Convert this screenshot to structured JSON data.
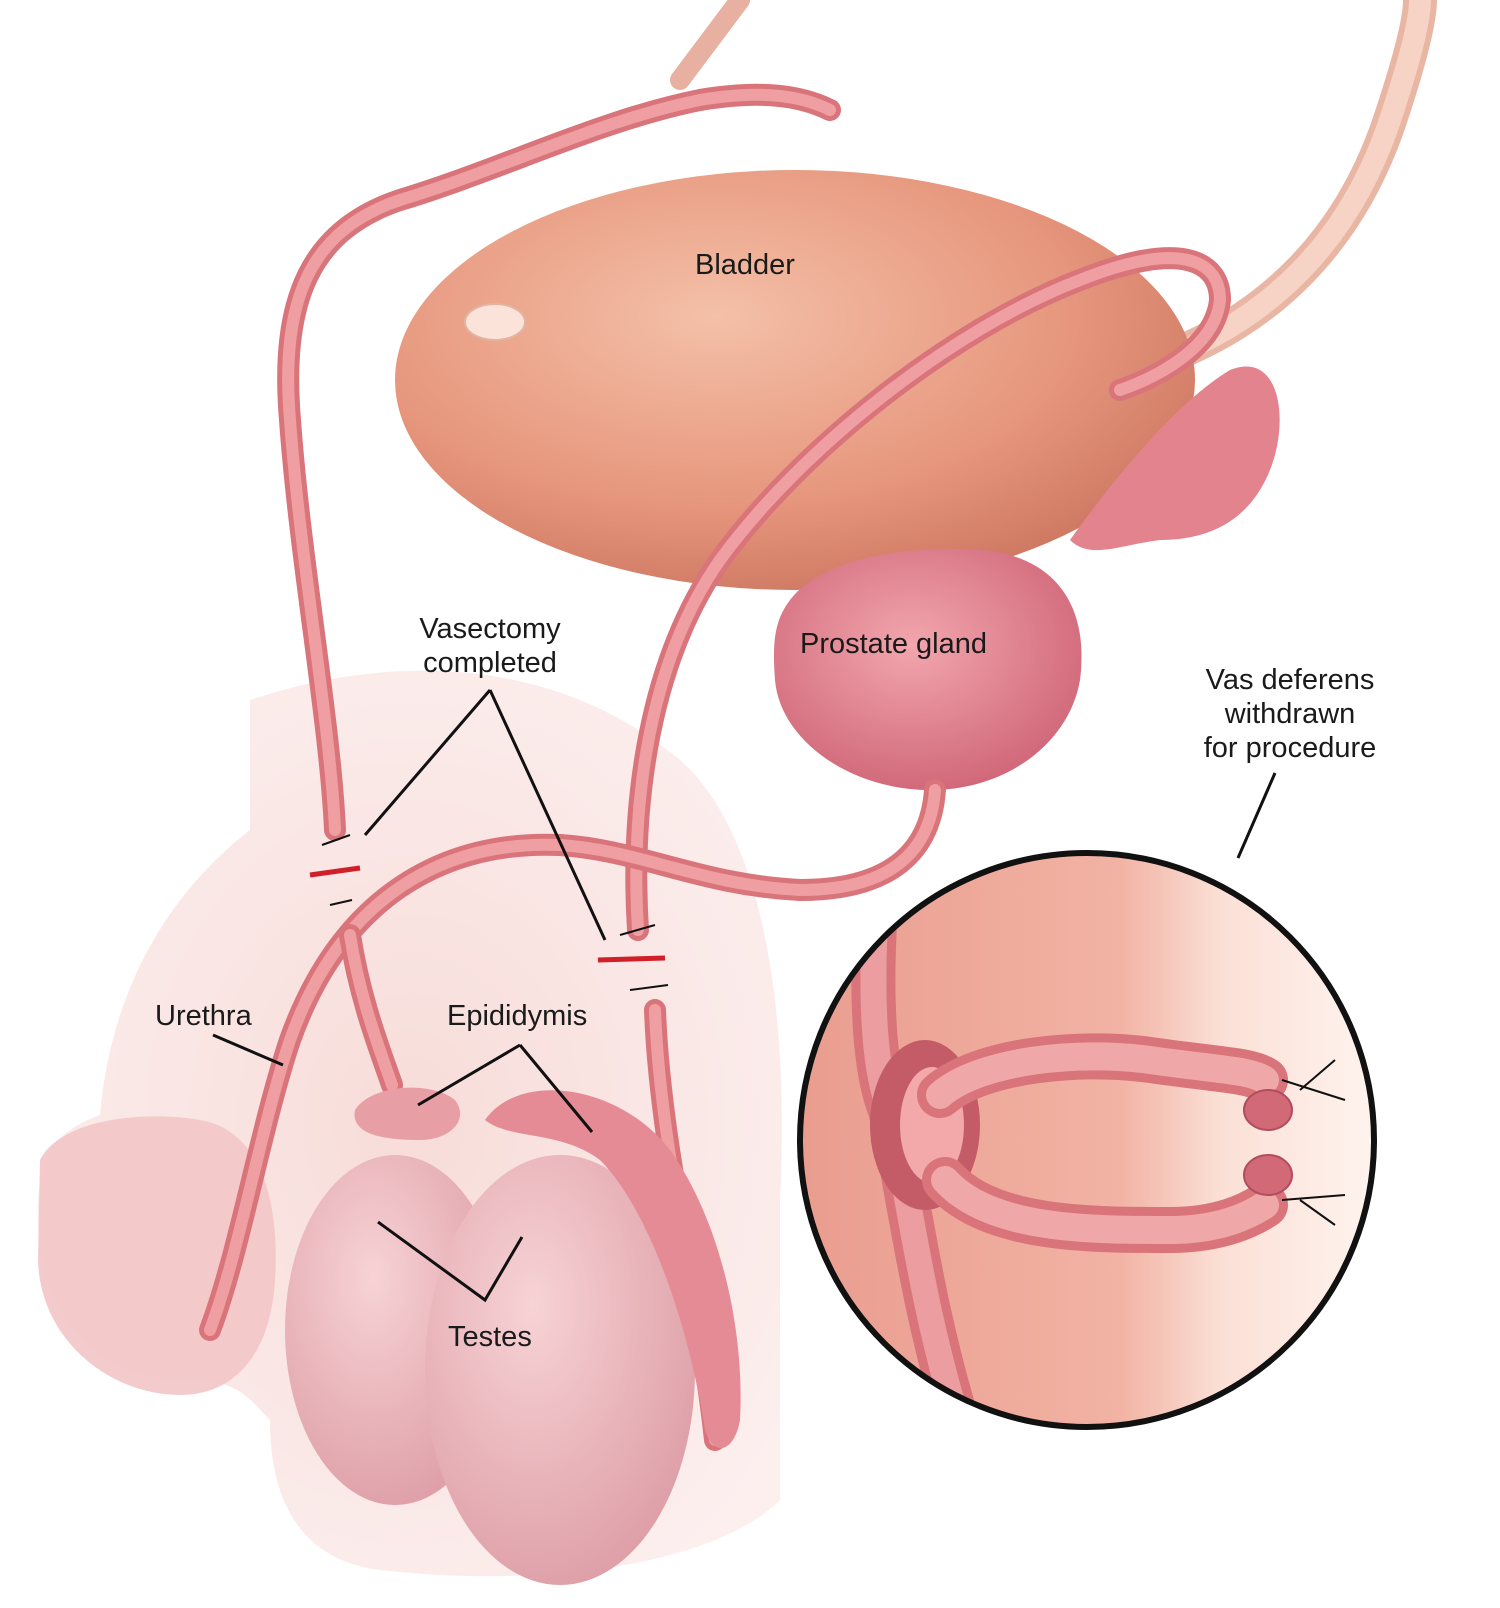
{
  "labels": {
    "bladder": "Bladder",
    "prostate": "Prostate gland",
    "vasectomy": [
      "Vasectomy",
      "completed"
    ],
    "vas_deferens": [
      "Vas deferens",
      "withdrawn",
      "for procedure"
    ],
    "urethra": "Urethra",
    "epididymis": "Epididymis",
    "testes": "Testes"
  },
  "colors": {
    "tissue": "#e89a8f",
    "bladder": "#e8a086",
    "prostate": "#d96f80",
    "testis": "#eeb6bd",
    "cut_mark": "#d11f2a",
    "leader": "#111111"
  }
}
